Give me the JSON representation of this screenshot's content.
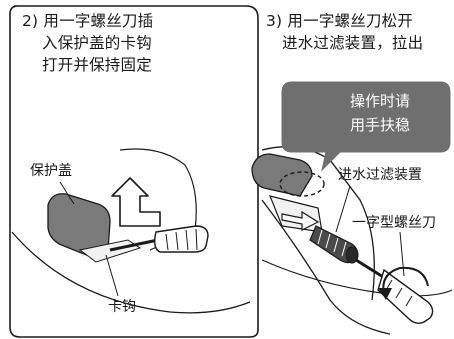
{
  "step2": {
    "line1": "2) 用一字螺丝刀插",
    "line2": "入保护盖的卡钩",
    "line3": "打开并保持固定"
  },
  "step3": {
    "line1": "3) 用一字螺丝刀松开",
    "line2": "进水过滤装置，拉出"
  },
  "callout": {
    "line1": "操作时请",
    "line2": "用手扶稳"
  },
  "labels": {
    "cover": "保护盖",
    "hook": "卡钩",
    "filter": "进水过滤装置",
    "screwdriver": "一字型螺丝刀"
  },
  "colors": {
    "outline": "#1a1a1a",
    "callout_fill": "#6f6f6f",
    "part_fill": "#7a7a7a",
    "light_fill": "#f2f2f2"
  }
}
